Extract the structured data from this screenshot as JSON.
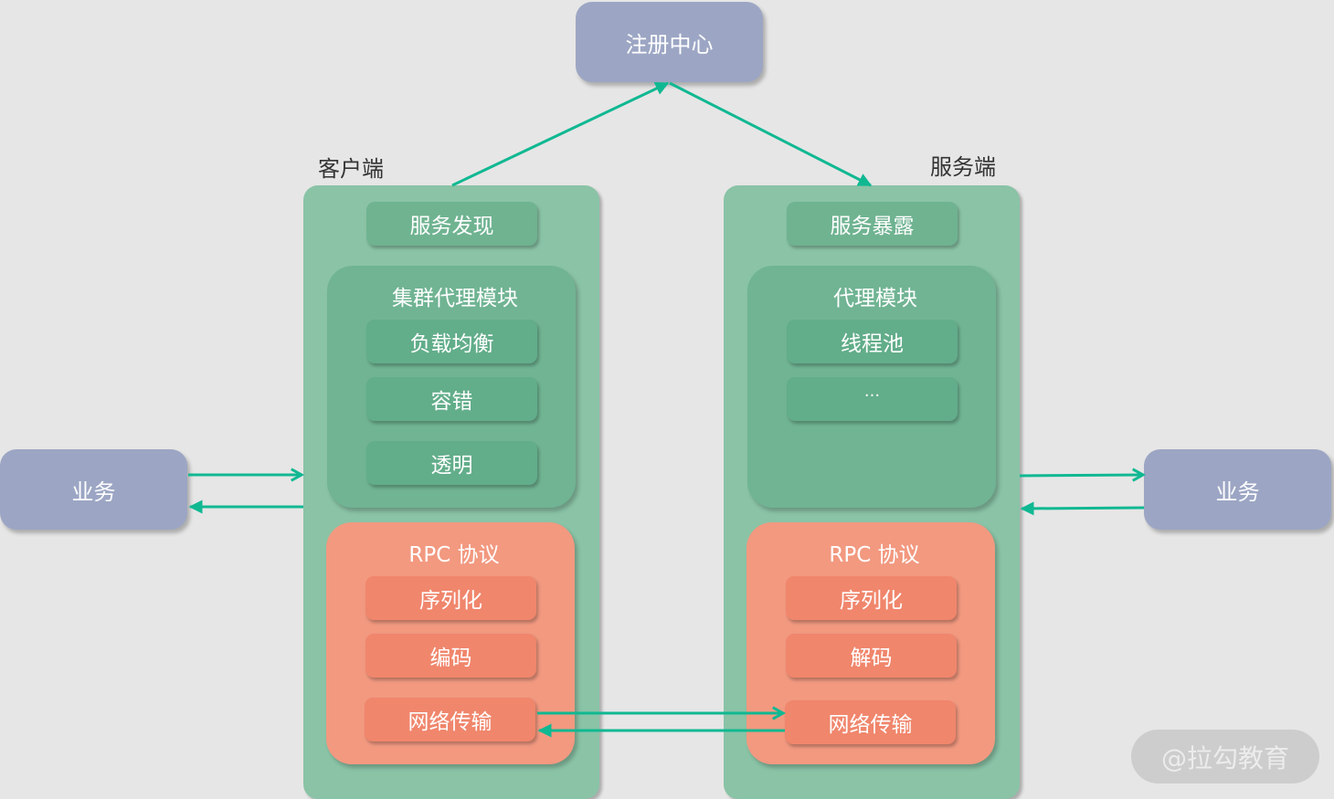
{
  "registry": {
    "label": "注册中心"
  },
  "business_left": {
    "label": "业务"
  },
  "business_right": {
    "label": "业务"
  },
  "client": {
    "title": "客户端",
    "service_discovery": "服务发现",
    "proxy_group": {
      "title": "集群代理模块",
      "items": [
        "负载均衡",
        "容错",
        "透明"
      ]
    },
    "rpc_group": {
      "title": "RPC 协议",
      "items": [
        "序列化",
        "编码",
        "网络传输"
      ]
    }
  },
  "server": {
    "title": "服务端",
    "service_exposure": "服务暴露",
    "proxy_group": {
      "title": "代理模块",
      "items": [
        "线程池",
        "···"
      ]
    },
    "rpc_group": {
      "title": "RPC 协议",
      "items": [
        "序列化",
        "解码",
        "网络传输"
      ]
    }
  },
  "watermark": "@拉勾教育",
  "colors": {
    "background": "#e6e6e6",
    "purple_box": "#9ca6c4",
    "panel_green": "#8ac3a6",
    "group_green": "#70b493",
    "item_green": "#62ad8a",
    "group_orange": "#f29980",
    "item_orange": "#f0866c",
    "arrow": "#10b892"
  }
}
